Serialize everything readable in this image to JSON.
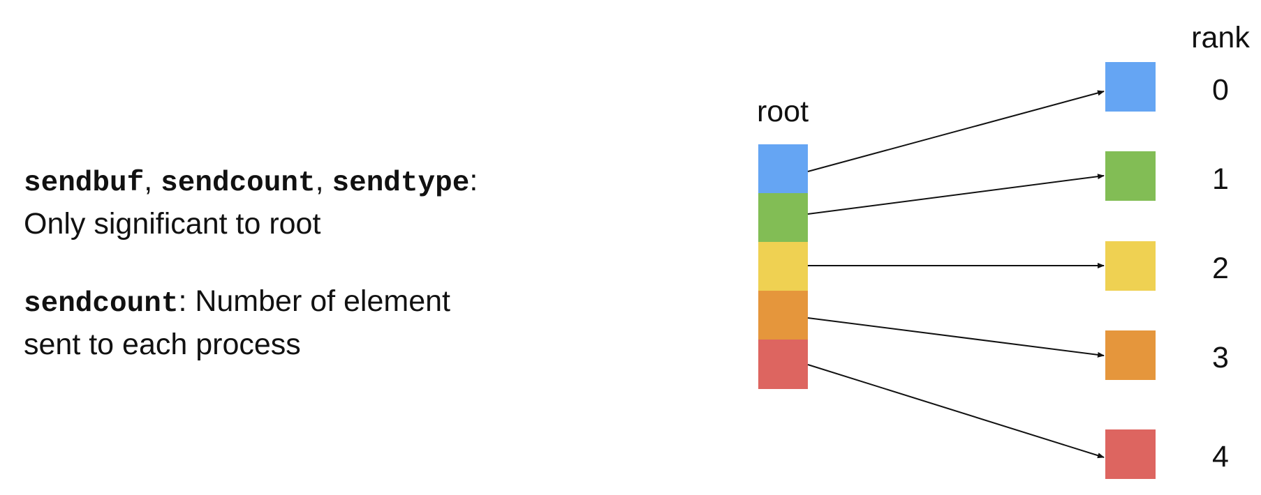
{
  "description": {
    "line1": {
      "param1": "sendbuf",
      "sep1": ", ",
      "param2": "sendcount",
      "sep2": ", ",
      "param3": "sendtype",
      "suffix": ":"
    },
    "line2": "Only significant to root",
    "line3": {
      "param": "sendcount",
      "text": ": Number of element"
    },
    "line4": "sent to each process"
  },
  "diagram": {
    "root_label": "root",
    "rank_header": "rank",
    "colors": [
      "#65a5f3",
      "#82bd55",
      "#efd152",
      "#e5963c",
      "#dd6560"
    ],
    "ranks": [
      "0",
      "1",
      "2",
      "3",
      "4"
    ]
  }
}
